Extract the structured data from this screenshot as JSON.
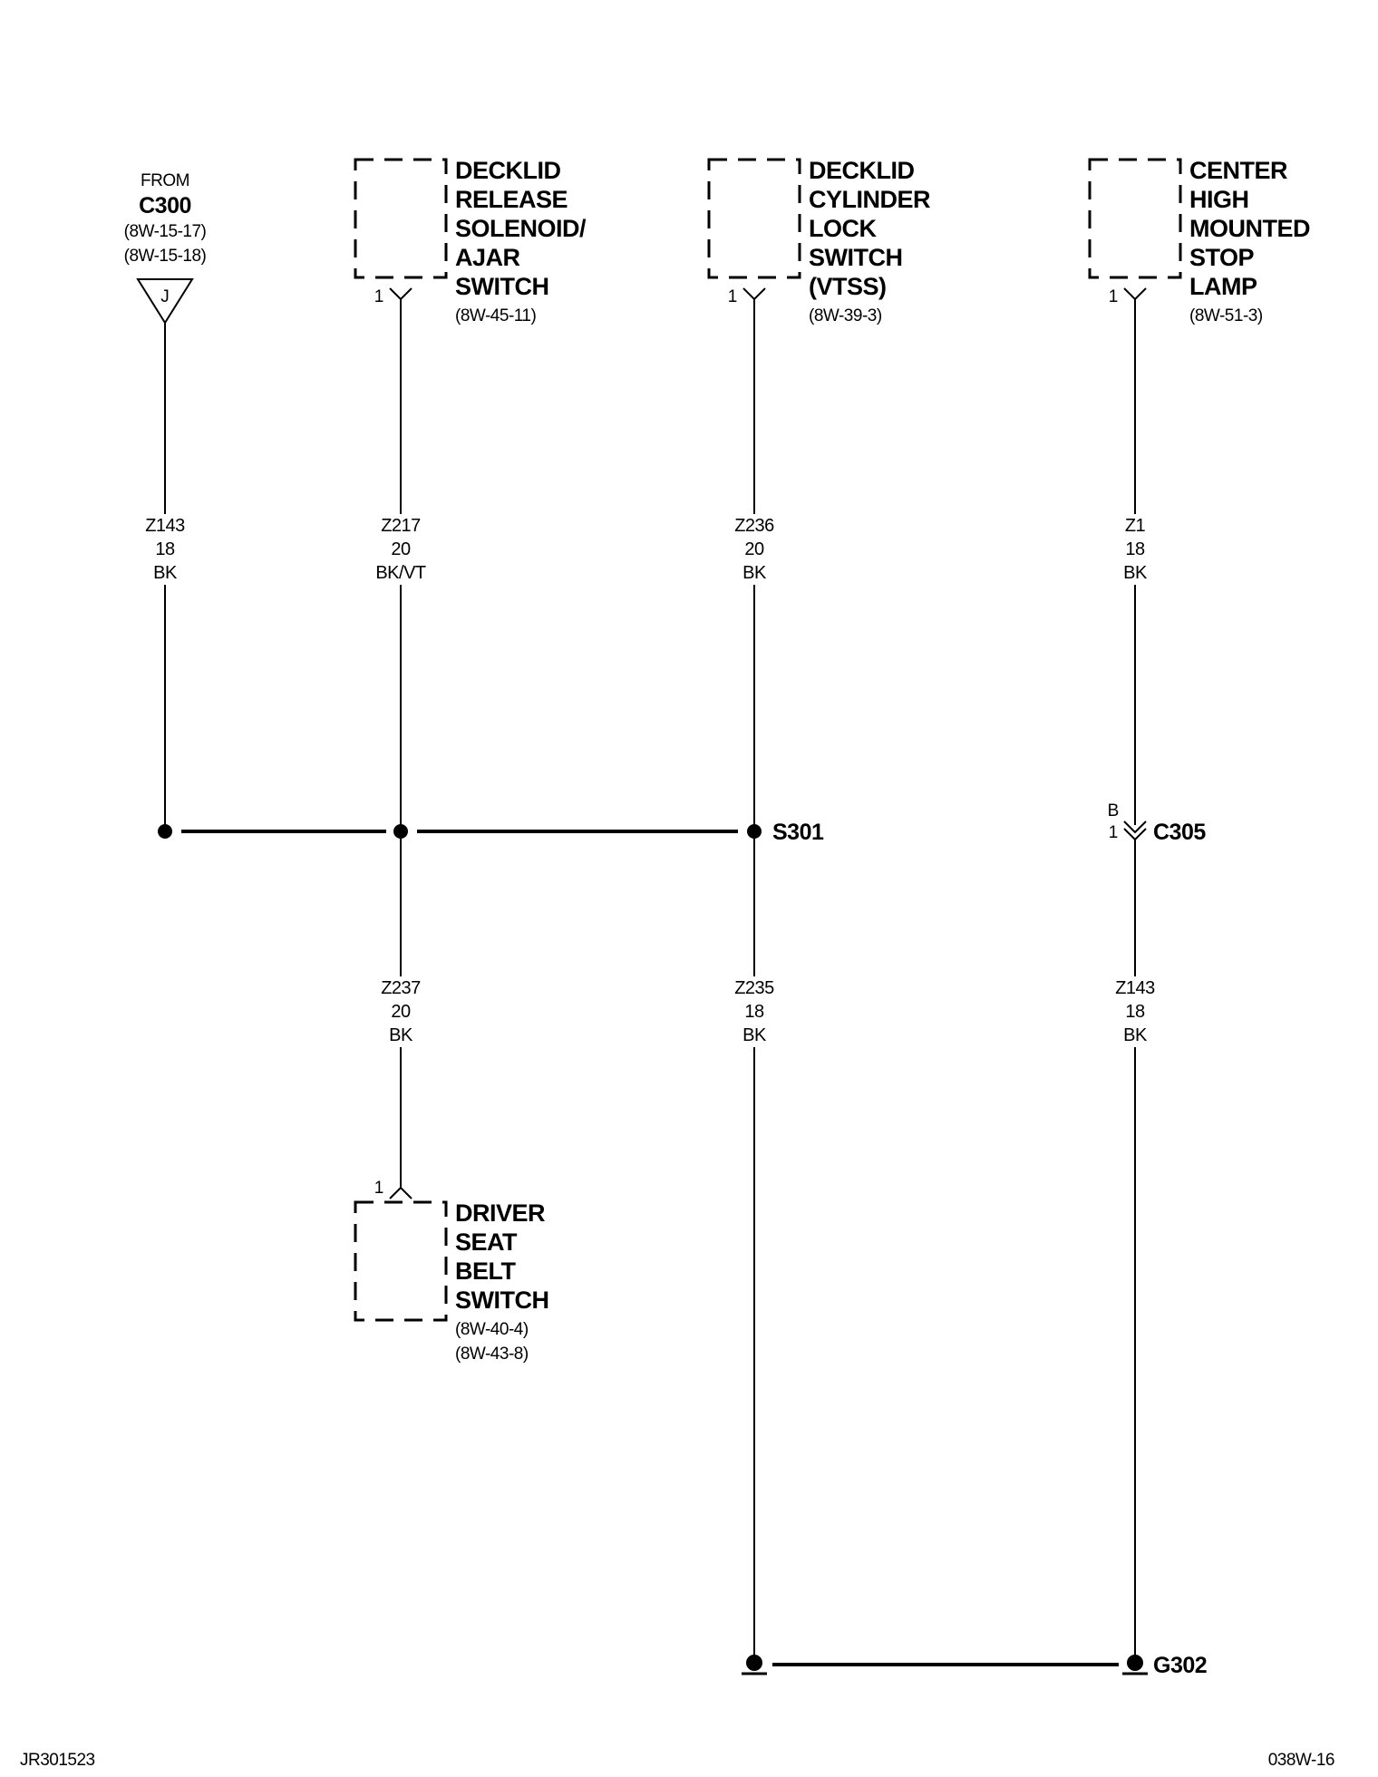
{
  "from_connector": {
    "label": "FROM",
    "connector": "C300",
    "refs": [
      "(8W-15-17)",
      "(8W-15-18)"
    ],
    "symbol_letter": "J"
  },
  "components": {
    "decklid_release": {
      "name_lines": [
        "DECKLID",
        "RELEASE",
        "SOLENOID/",
        "AJAR",
        "SWITCH"
      ],
      "ref": "(8W-45-11)",
      "pin": "1"
    },
    "decklid_cylinder": {
      "name_lines": [
        "DECKLID",
        "CYLINDER",
        "LOCK",
        "SWITCH",
        "(VTSS)"
      ],
      "ref": "(8W-39-3)",
      "pin": "1"
    },
    "chmsl": {
      "name_lines": [
        "CENTER",
        "HIGH",
        "MOUNTED",
        "STOP",
        "LAMP"
      ],
      "ref": "(8W-51-3)",
      "pin": "1"
    },
    "driver_seat_belt": {
      "name_lines": [
        "DRIVER",
        "SEAT",
        "BELT",
        "SWITCH"
      ],
      "refs": [
        "(8W-40-4)",
        "(8W-43-8)"
      ],
      "pin": "1"
    }
  },
  "wires": {
    "z143_top": [
      "Z143",
      "18",
      "BK"
    ],
    "z217": [
      "Z217",
      "20",
      "BK/VT"
    ],
    "z236": [
      "Z236",
      "20",
      "BK"
    ],
    "z1": [
      "Z1",
      "18",
      "BK"
    ],
    "z237": [
      "Z237",
      "20",
      "BK"
    ],
    "z235": [
      "Z235",
      "18",
      "BK"
    ],
    "z143_bottom": [
      "Z143",
      "18",
      "BK"
    ]
  },
  "splice": {
    "label": "S301"
  },
  "inline_connector": {
    "label": "C305",
    "cavity_letter": "B",
    "cavity_pin": "1"
  },
  "ground": {
    "label": "G302"
  },
  "footer": {
    "left_code": "JR301523",
    "right_code": "038W-16"
  }
}
